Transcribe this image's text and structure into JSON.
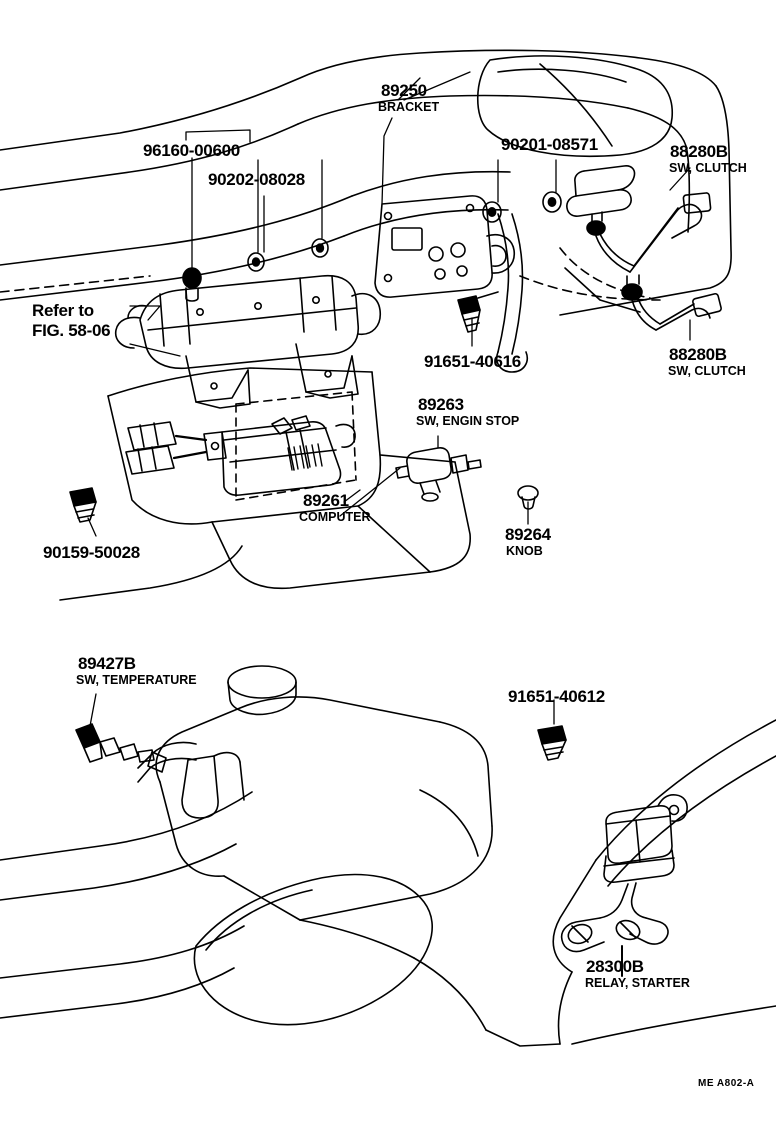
{
  "page": {
    "kind": "automotive-parts-diagram",
    "footer_code": "ME  A802-A"
  },
  "labels": {
    "bracket": {
      "number": "89250",
      "desc": "BRACKET"
    },
    "clip": {
      "number": "96160-00600",
      "desc": ""
    },
    "bolt_90202": {
      "number": "90202-08028",
      "desc": ""
    },
    "bolt_90201": {
      "number": "90201-08571",
      "desc": ""
    },
    "sw_clutch_top": {
      "number": "88280B",
      "desc": "SW, CLUTCH"
    },
    "sw_clutch_bottom": {
      "number": "88280B",
      "desc": "SW, CLUTCH"
    },
    "refer": {
      "line1": "Refer to",
      "line2": "FIG. 58-06"
    },
    "bolt_91651_40616": {
      "number": "91651-40616",
      "desc": ""
    },
    "sw_engin_stop": {
      "number": "89263",
      "desc": "SW, ENGIN STOP"
    },
    "computer": {
      "number": "89261",
      "desc": "COMPUTER"
    },
    "knob": {
      "number": "89264",
      "desc": "KNOB"
    },
    "bolt_90159": {
      "number": "90159-50028",
      "desc": ""
    },
    "sw_temperature": {
      "number": "89427B",
      "desc": "SW, TEMPERATURE"
    },
    "bolt_91651_40612": {
      "number": "91651-40612",
      "desc": ""
    },
    "relay_starter": {
      "number": "28300B",
      "desc": "RELAY, STARTER"
    }
  }
}
